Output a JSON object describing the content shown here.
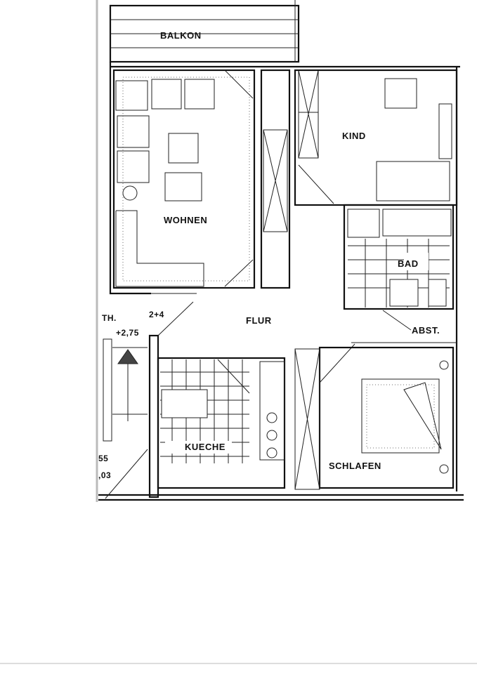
{
  "rooms": {
    "balkon": "BALKON",
    "wohnen": "WOHNEN",
    "kind": "KIND",
    "bad": "BAD",
    "flur": "FLUR",
    "abst": "ABST.",
    "kueche": "KUECHE",
    "schlafen": "SCHLAFEN"
  },
  "annotations": {
    "room_count": "2+4",
    "th": "TH.",
    "level": "+2,75",
    "dim_a": "55",
    "dim_b": ",03"
  }
}
